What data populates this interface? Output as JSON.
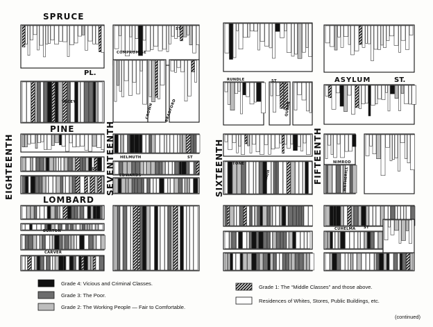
{
  "streets": {
    "spruce": "SPRUCE",
    "pl": "PL.",
    "pine": "PINE",
    "lombard": "LOMBARD",
    "eighteenth": "EIGHTEENTH",
    "seventeenth": "SEVENTEENTH",
    "sixteenth": "SIXTEENTH",
    "fifteenth": "FIFTEENTH",
    "asylum": "ASYLUM",
    "asylum_st": "ST."
  },
  "small_streets": {
    "compromise": "COMPROMISE",
    "st": "ST",
    "bradford": "BRADFORD",
    "crown": "CROWN",
    "rundle": "RUNDLE",
    "quean": "QUEAN",
    "vacey": "VACEY",
    "helmuth": "HELMUTH",
    "edwards": "EDWARDS",
    "stone": "STONE",
    "rauh": "RAUH",
    "nimrod": "NIMROD",
    "wetherill": "WETHERILL",
    "burton": "BURTON",
    "carver": "CARVER",
    "cuhelma": "CUHELMA"
  },
  "legend": {
    "grade4": "Grade 4:  Vicious and Criminal Classes.",
    "grade3": "Grade 3:  The Poor.",
    "grade2": "Grade 2:  The Working People — Fair to Comfortable.",
    "grade1": "Grade 1:  The “Middle Classes” and those above.",
    "whites": "Residences of Whites, Stores, Public Buildings, etc."
  },
  "colors": {
    "grade4": "#111111",
    "grade3": "#6d6d6d",
    "grade2": "#bdbdbd",
    "grade1": "hatched",
    "whites": "#ffffff"
  },
  "footer": {
    "continued": "(continued)"
  }
}
